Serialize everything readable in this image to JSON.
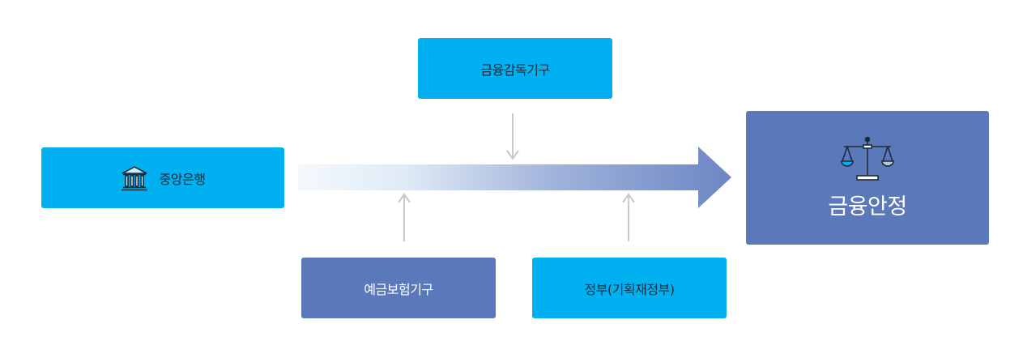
{
  "diagram": {
    "central_bank": {
      "label": "중앙은행",
      "icon": "bank-icon"
    },
    "supervisor": {
      "label": "금융감독기구"
    },
    "deposit_insurance": {
      "label": "예금보험기구"
    },
    "government": {
      "label": "정부(기획재정부)"
    },
    "financial_stability": {
      "label": "금융안정",
      "icon": "scales-icon"
    },
    "colors": {
      "cyan_box": "#00b0f0",
      "slate_box": "#5b78bb",
      "arrow_start": "#f2f8fd",
      "arrow_end": "#6c86c4",
      "connector": "#c8c8c8"
    }
  }
}
